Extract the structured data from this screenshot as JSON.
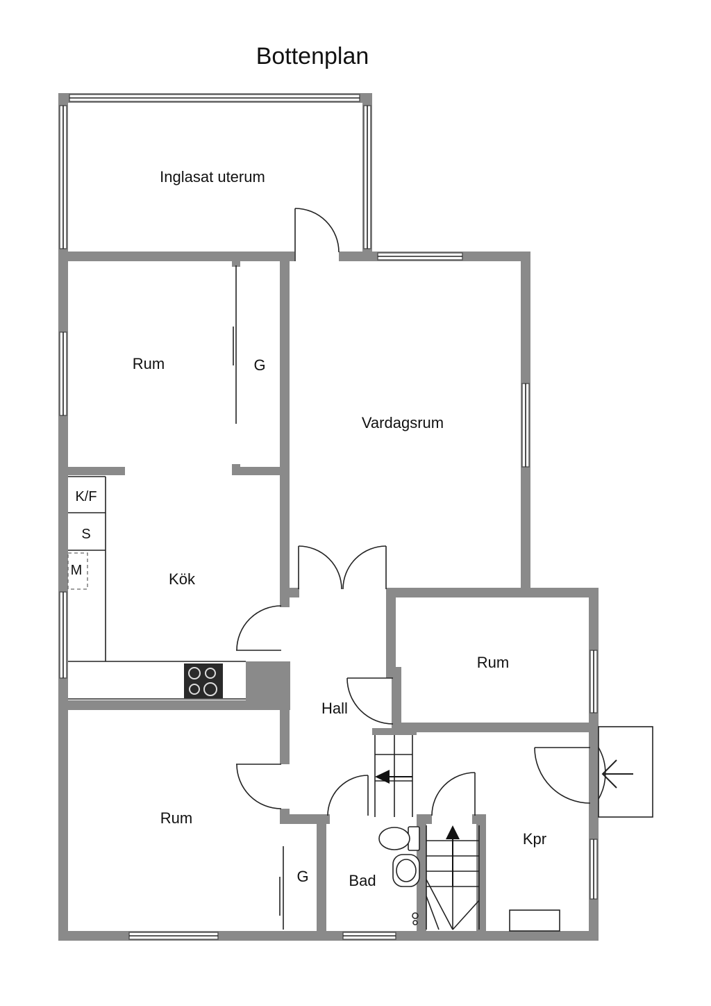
{
  "plan": {
    "title": "Bottenplan",
    "rooms": {
      "sunroom": "Inglasat uterum",
      "room_top_left": "Rum",
      "closet_top": "G",
      "living_room": "Vardagsrum",
      "kitchen": "Kök",
      "fridge_freezer": "K/F",
      "cabinet": "S",
      "dishwasher": "M",
      "room_right": "Rum",
      "hall": "Hall",
      "room_bottom_left": "Rum",
      "closet_bottom": "G",
      "bathroom": "Bad",
      "entry": "Kpr"
    }
  }
}
